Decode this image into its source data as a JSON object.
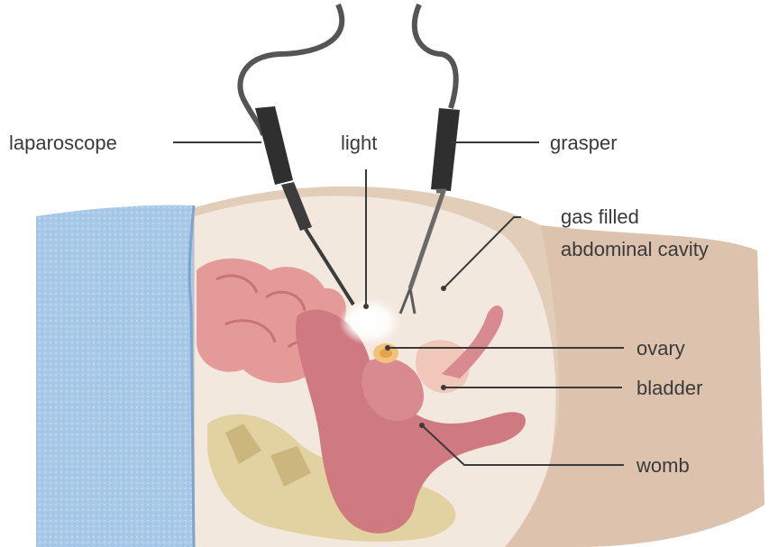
{
  "labels": {
    "laparoscope": "laparoscope",
    "light": "light",
    "grasper": "grasper",
    "gas_line1": "gas filled",
    "gas_line2": "abdominal cavity",
    "ovary": "ovary",
    "bladder": "bladder",
    "womb": "womb"
  },
  "colors": {
    "drape": "#a9c9e8",
    "body": "#e8d6c6",
    "cavity": "#f3e8de",
    "organ_pink": "#e09a9a",
    "womb": "#cf7a80",
    "bone": "#e2d2a2",
    "instrument": "#3c3c3c"
  }
}
